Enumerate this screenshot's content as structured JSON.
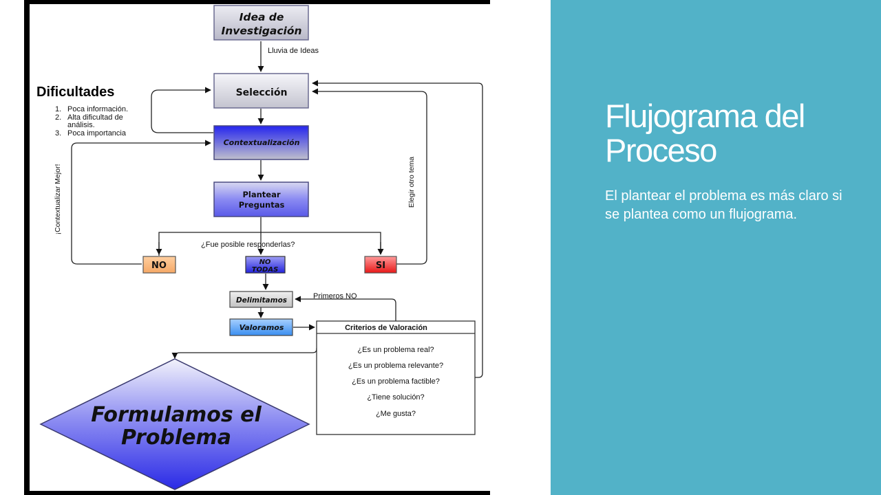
{
  "slide": {
    "title": "Flujograma del Proceso",
    "body": "El plantear el problema es más claro si se plantea como un flujograma.",
    "panel_color": "#52b2c8"
  },
  "diagram": {
    "idea_line1": "Idea de",
    "idea_line2": "Investigación",
    "brainstorm": "Lluvia de Ideas",
    "seleccion": "Selección",
    "difficulties_title": "Dificultades",
    "difficulties": [
      "Poca información.",
      "Alta dificultad de",
      "análisis.",
      "Poca importancia"
    ],
    "difficulty_numbers": [
      "1.",
      "2.",
      "3."
    ],
    "contextualizacion": "Contextualización",
    "contextualize_better": "¡Contextualizar Mejor!",
    "choose_other": "Elegir otro tema",
    "preguntas_line1": "Plantear",
    "preguntas_line2": "Preguntas",
    "question": "¿Fue posible responderlas?",
    "no": "NO",
    "no_todas_line1": "NO",
    "no_todas_line2": "TODAS",
    "si": "SI",
    "delimitamos": "Delimitamos",
    "primeros_no": "Primeros NO",
    "valoramos": "Valoramos",
    "criteria_title": "Criterios de Valoración",
    "criteria": [
      "¿Es un problema real?",
      "¿Es un problema relevante?",
      "¿Es un problema factible?",
      "¿Tiene solución?",
      "¿Me gusta?"
    ],
    "formulate_line1": "Formulamos el",
    "formulate_line2": "Problema"
  }
}
